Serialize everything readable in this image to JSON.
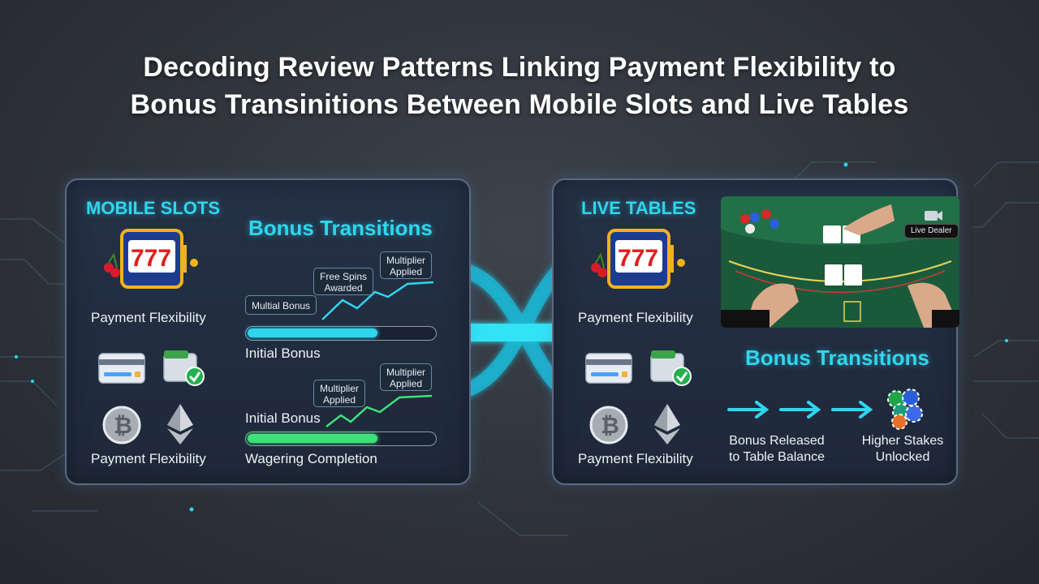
{
  "title": {
    "line1": "Decoding Review Patterns Linking Payment Flexibility to",
    "line2": "Bonus Transinitions Between Mobile Slots and Live Tables"
  },
  "colors": {
    "accent": "#2fd6ee",
    "bar_cyan": "#2fd6ee",
    "bar_green": "#3ee07a",
    "panel_bg": "#1f2a3c"
  },
  "left_panel": {
    "heading": "MOBILE SLOTS",
    "subheading": "Bonus Transitions",
    "payment_label_1": "Payment Flexibility",
    "payment_label_2": "Payment Flexibility",
    "chart1": {
      "pill_start": "Multial Bonus",
      "pill_mid_line1": "Free Spins",
      "pill_mid_line2": "Awarded",
      "pill_end_line1": "Multiplier",
      "pill_end_line2": "Applied",
      "bar_label": "Initial Bonus",
      "bar_fill_fraction": 0.7
    },
    "chart2": {
      "pill_mid_line1": "Multiplier",
      "pill_mid_line2": "Applied",
      "pill_end_line1": "Multiplier",
      "pill_end_line2": "Applied",
      "line_label": "Initial Bonus",
      "bar_label": "Wagering Completion",
      "bar_fill_fraction": 0.7
    },
    "icons": [
      "slot-machine-icon",
      "credit-card-icon",
      "wallet-check-icon",
      "bitcoin-icon",
      "ethereum-icon"
    ]
  },
  "right_panel": {
    "heading": "LIVE TABLES",
    "subheading": "Bonus Transitions",
    "payment_label_1": "Payment Flexibility",
    "payment_label_2": "Payment Flexibility",
    "photo_badge": "Live Dealer",
    "step1_line1": "Bonus Released",
    "step1_line2": "to Table Balance",
    "step2_line1": "Higher Stakes",
    "step2_line2": "Unlocked",
    "icons": [
      "slot-machine-icon",
      "credit-card-icon",
      "wallet-check-icon",
      "bitcoin-icon",
      "ethereum-icon",
      "chip-stack-icon",
      "camera-icon"
    ]
  }
}
